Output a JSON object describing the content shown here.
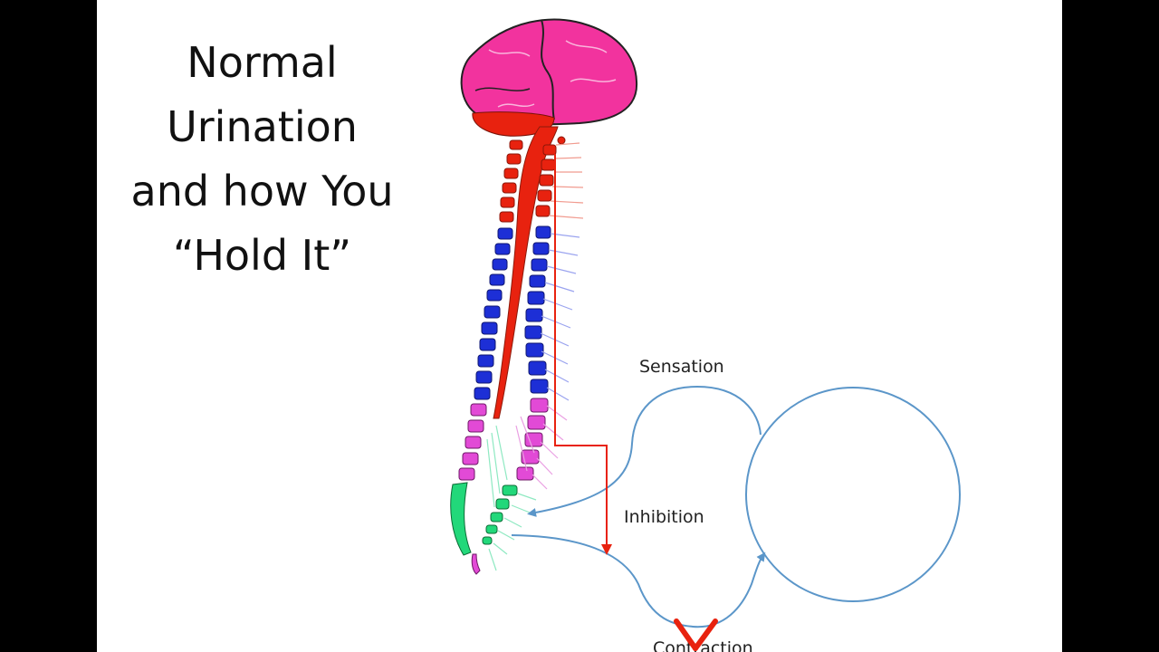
{
  "slide": {
    "title_lines": [
      "Normal",
      "Urination",
      "and how You",
      "“Hold It”"
    ]
  },
  "diagram": {
    "labels": {
      "sensation": "Sensation",
      "inhibition": "Inhibition",
      "contraction": "Contraction"
    },
    "colors": {
      "brain": "#f2339e",
      "brainstem": "#e8220f",
      "cervical": "#e8220f",
      "thoracic": "#1d2fd6",
      "lumbar": "#e24ad6",
      "sacral": "#22d87a",
      "pathway": "#5b96c9",
      "inhibition_signal": "#e8220f"
    },
    "marks": [
      "cross-mark"
    ]
  }
}
